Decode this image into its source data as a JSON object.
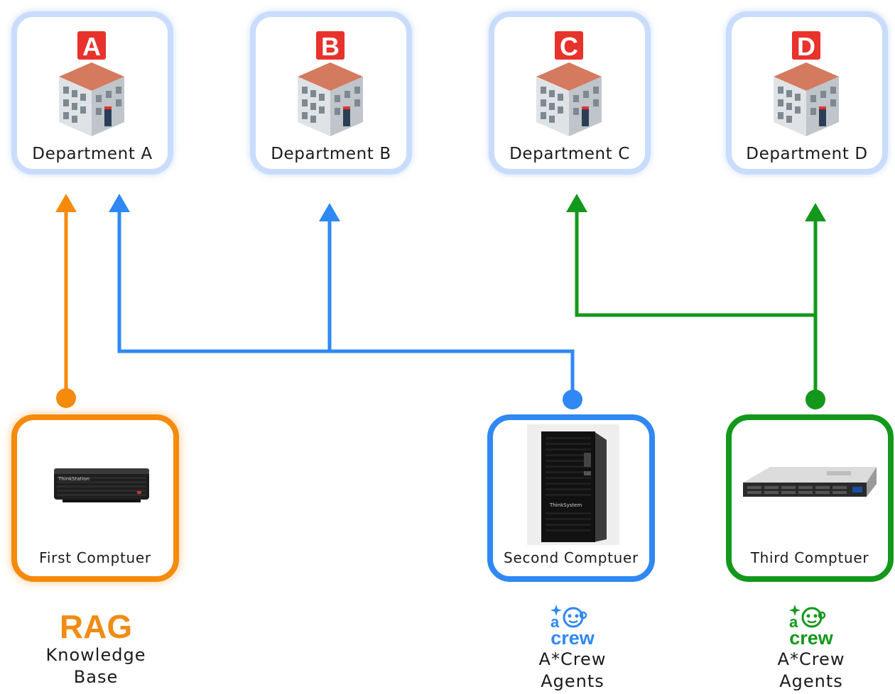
{
  "departments": [
    {
      "letter": "A",
      "label": "Department A"
    },
    {
      "letter": "B",
      "label": "Department B"
    },
    {
      "letter": "C",
      "label": "Department C"
    },
    {
      "letter": "D",
      "label": "Department D"
    }
  ],
  "computers": [
    {
      "label": "First Comptuer",
      "color": "#f58a0c",
      "brand": "ThinkStation"
    },
    {
      "label": "Second Comptuer",
      "color": "#2f88f3",
      "brand": "ThinkSystem"
    },
    {
      "label": "Third Comptuer",
      "color": "#13981b"
    }
  ],
  "captions": {
    "rag": {
      "title": "RAG",
      "line1": "Knowledge",
      "line2": "Base"
    },
    "crew_blue": {
      "logo_a": "a",
      "logo_word": "crew",
      "line1": "A*Crew",
      "line2": "Agents"
    },
    "crew_green": {
      "logo_a": "a",
      "logo_word": "crew",
      "line1": "A*Crew",
      "line2": "Agents"
    }
  },
  "colors": {
    "rag_orange": "#f58a0c",
    "link_blue": "#2f88f3",
    "link_green": "#13981b",
    "dept_border": "#c9dcfb",
    "badge_red": "#e8322c"
  }
}
